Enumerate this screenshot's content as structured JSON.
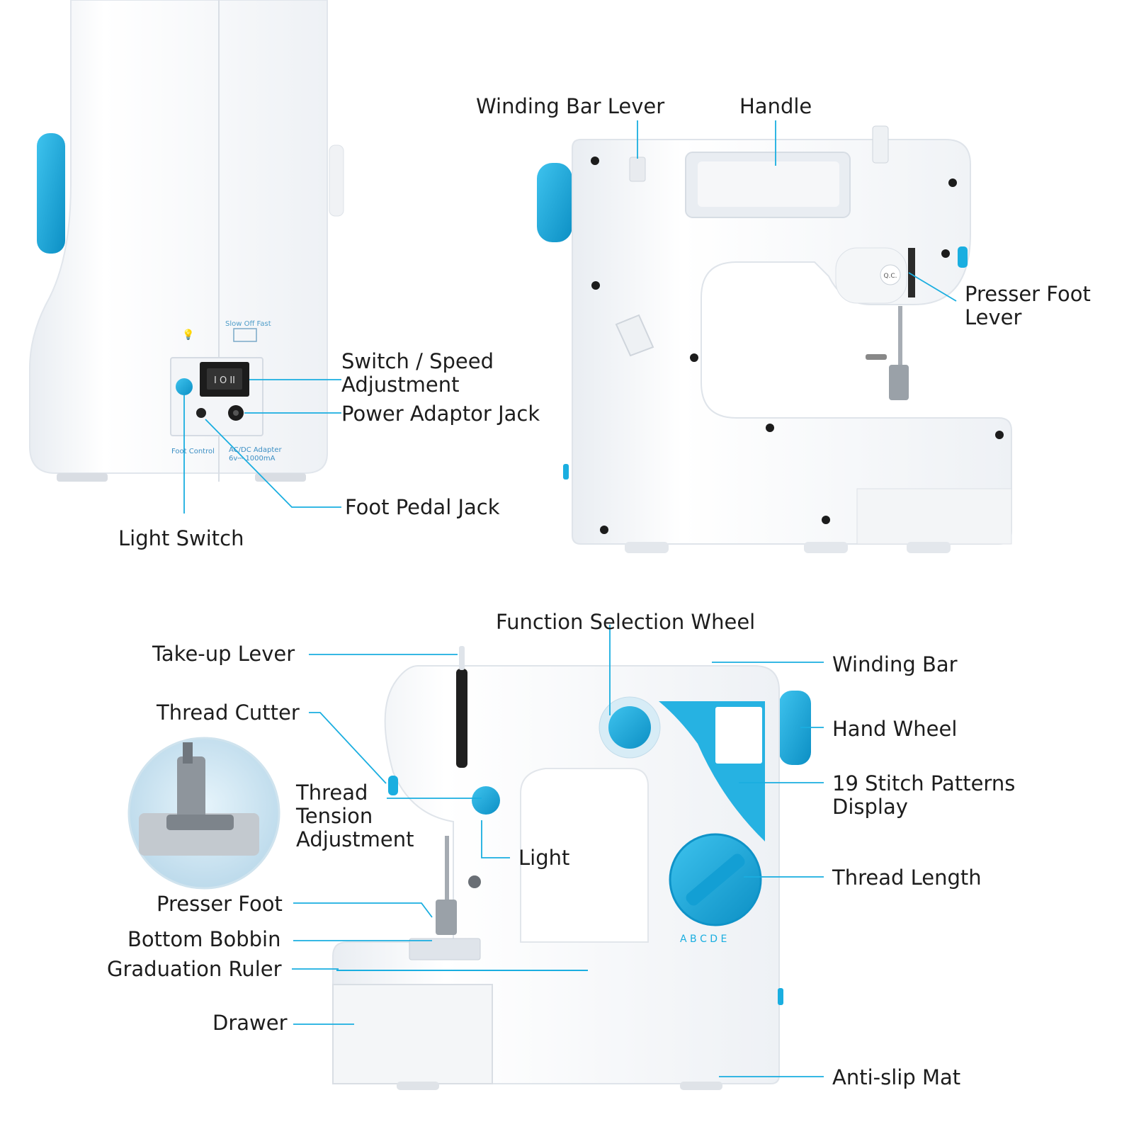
{
  "colors": {
    "accent": "#1aaee0",
    "accent_dark": "#0c8fc4",
    "body": "#f7f8fa",
    "outline": "#d5dbe3",
    "label_text": "#1d1d1d",
    "leader_line": "#1aaee0"
  },
  "side_view": {
    "panel_text": {
      "light_icon": "💡",
      "speed_marker": "Slow Off Fast",
      "foot_control": "Foot Control",
      "adapter_line1": "AC/DC Adapter",
      "adapter_line2": "6v⎓ 1000mA"
    },
    "labels": {
      "switch_speed_line1": "Switch / Speed",
      "switch_speed_line2": "Adjustment",
      "power_adaptor_jack": "Power Adaptor Jack",
      "foot_pedal_jack": "Foot Pedal Jack",
      "light_switch": "Light Switch"
    }
  },
  "back_view": {
    "qc_sticker": "Q.C.",
    "labels": {
      "winding_bar_lever": "Winding Bar Lever",
      "handle": "Handle",
      "presser_foot_lever_line1": "Presser Foot",
      "presser_foot_lever_line2": "Lever"
    }
  },
  "front_view": {
    "dial_letters": "A  B C D E",
    "labels": {
      "function_selection_wheel": "Function Selection Wheel",
      "take_up_lever": "Take-up Lever",
      "winding_bar": "Winding Bar",
      "thread_cutter": "Thread Cutter",
      "hand_wheel": "Hand Wheel",
      "stitch_display_line1": "19 Stitch Patterns",
      "stitch_display_line2": "Display",
      "thread_tension_line1": "Thread",
      "thread_tension_line2": "Tension",
      "thread_tension_line3": "Adjustment",
      "light": "Light",
      "thread_length": "Thread Length",
      "presser_foot": "Presser Foot",
      "bottom_bobbin": "Bottom Bobbin",
      "graduation_ruler": "Graduation Ruler",
      "drawer": "Drawer",
      "anti_slip_mat": "Anti-slip Mat"
    }
  }
}
